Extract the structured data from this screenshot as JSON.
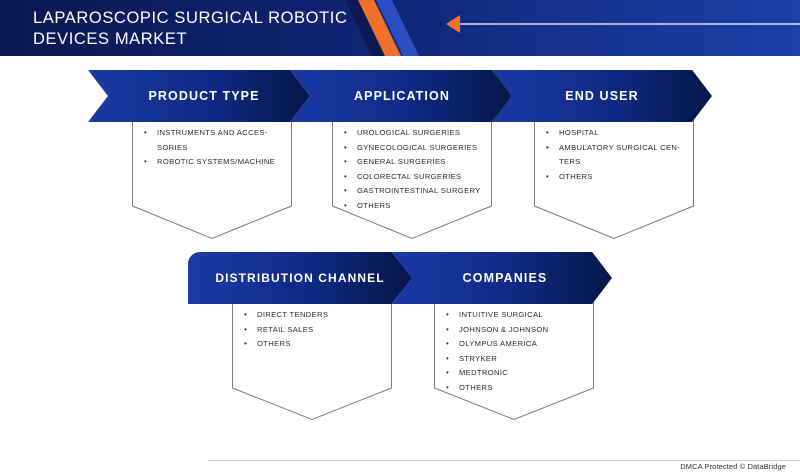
{
  "header": {
    "title": "LAPAROSCOPIC SURGICAL ROBOTIC DEVICES MARKET"
  },
  "colors": {
    "navy": "#0a1850",
    "blue": "#1c3fa8",
    "orange": "#f0712a",
    "box_border": "#7a7a7a"
  },
  "segments": [
    {
      "label": "PRODUCT TYPE",
      "items": [
        "INSTRUMENTS AND ACCES-SORIES",
        "ROBOTIC SYSTEMS/MACHINE"
      ]
    },
    {
      "label": "APPLICATION",
      "items": [
        "UROLOGICAL SURGERIES",
        "GYNECOLOGICAL SURGERIES",
        "GENERAL SURGERIES",
        "COLORECTAL SURGERIES",
        "GASTROINTESTINAL SURGERY",
        "OTHERS"
      ]
    },
    {
      "label": "END USER",
      "items": [
        "HOSPITAL",
        "AMBULATORY SURGICAL CEN-TERS",
        "OTHERS"
      ]
    },
    {
      "label": "Distribution Channel",
      "items": [
        "DIRECT TENDERS",
        "RETAIL SALES",
        "OTHERS"
      ]
    },
    {
      "label": "COMPANIES",
      "items": [
        "INTUITIVE SURGICAL",
        "JOHNSON & JOHNSON",
        "OLYMPUS AMERICA",
        "STRYKER",
        "MEDTRONIC",
        "OTHERS"
      ]
    }
  ],
  "footer": {
    "text": "DMCA Protected © DataBridge"
  }
}
